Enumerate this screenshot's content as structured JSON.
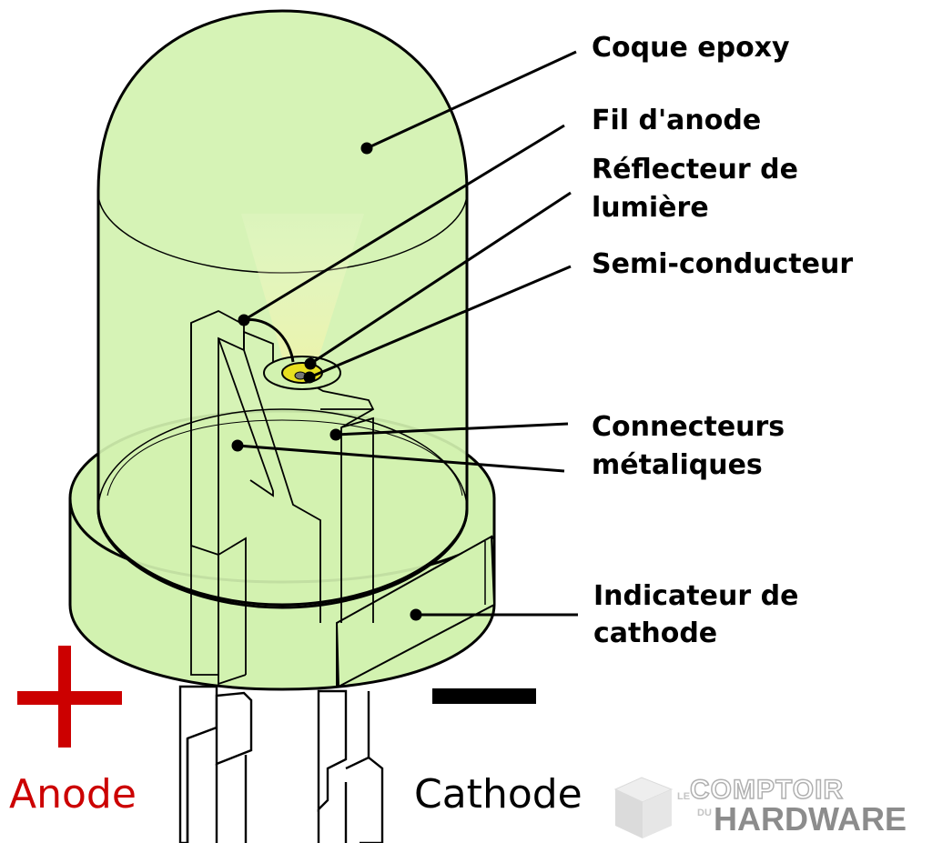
{
  "labels": {
    "epoxy": "Coque epoxy",
    "anode_wire": "Fil d'anode",
    "reflector_line1": "Réflecteur de",
    "reflector_line2": "lumière",
    "semiconductor": "Semi-conducteur",
    "connectors_line1": "Connecteurs",
    "connectors_line2": "métaliques",
    "cathode_indicator_line1": "Indicateur de",
    "cathode_indicator_line2": "cathode"
  },
  "poles": {
    "anode": "Anode",
    "cathode": "Cathode",
    "anode_color": "#cc0000",
    "cathode_color": "#000000"
  },
  "watermark": {
    "small_le": "LE",
    "small_du": "DU",
    "top": "COMPTOIR",
    "bottom": "HARDWARE"
  },
  "colors": {
    "epoxy": "#d2f2b0",
    "glow": "#fbf6b8",
    "chip": "#e8e020"
  }
}
